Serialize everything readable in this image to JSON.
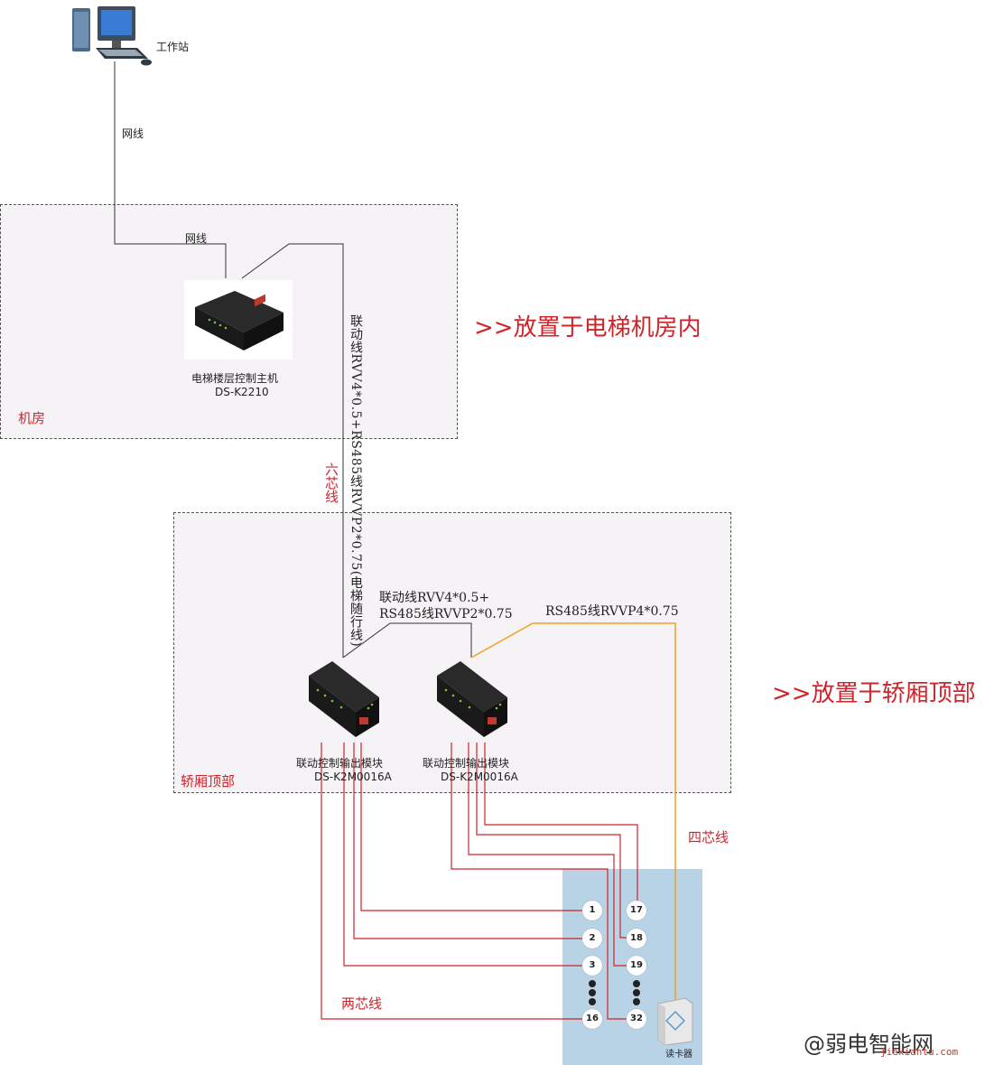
{
  "workstation": {
    "label": "工作站"
  },
  "cables": {
    "network_1": "网线",
    "network_2": "网线",
    "linkage_vertical": "联动线RVV4*0.5+RS485线RVVP2*0.75(电梯随行线)",
    "six_core": "六芯线",
    "linkage_h_line1": "联动线RVV4*0.5+",
    "linkage_h_line2": "RS485线RVVP2*0.75",
    "rs485": "RS485线RVVP4*0.75",
    "four_core": "四芯线",
    "two_core": "两芯线"
  },
  "zones": {
    "machine_room": "机房",
    "car_top": "轿厢顶部"
  },
  "notes": {
    "machine_room_note": ">>放置于电梯机房内",
    "car_top_note": ">>放置于轿厢顶部"
  },
  "devices": {
    "controller_name": "电梯楼层控制主机",
    "controller_model": "DS-K2210",
    "module1_name": "联动控制输出模块",
    "module1_model": "DS-K2M0016A",
    "module2_name": "联动控制输出模块",
    "module2_model": "DS-K2M0016A",
    "reader": "读卡器"
  },
  "buttons": {
    "left": [
      "1",
      "2",
      "3",
      "16"
    ],
    "right": [
      "17",
      "18",
      "19",
      "32"
    ]
  },
  "watermark": {
    "main": "@弱电智能网",
    "sub": "jiexiantu.com"
  },
  "colors": {
    "red_line": "#d0232a",
    "orange_line": "#f0a020",
    "panel": "#b8d2e6"
  }
}
